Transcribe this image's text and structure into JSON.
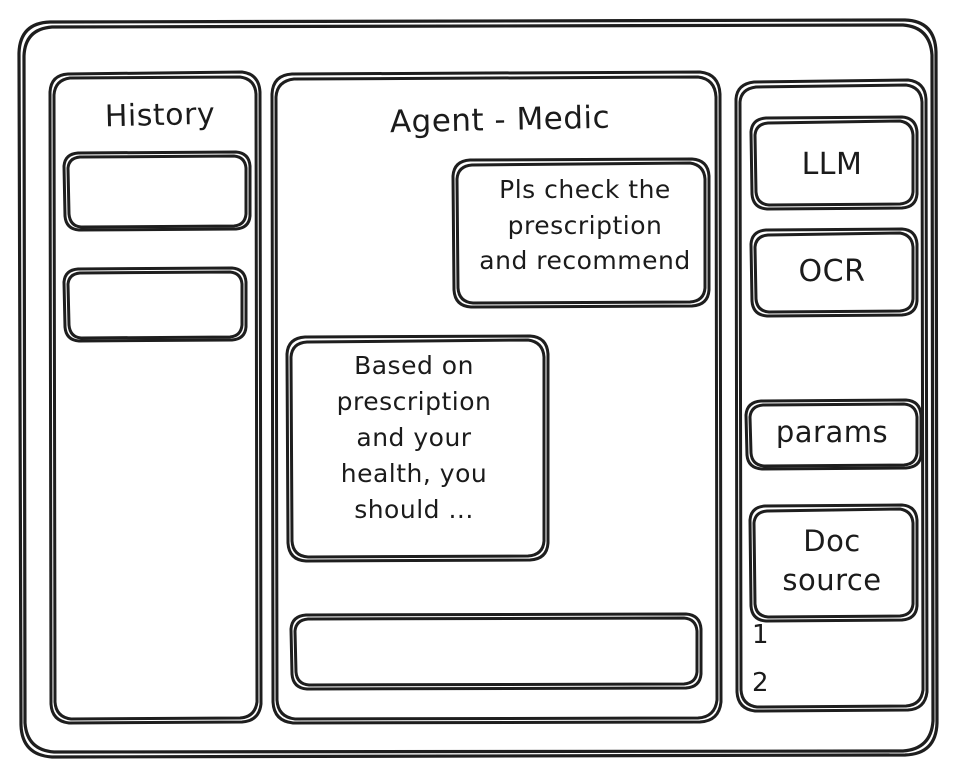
{
  "app": {
    "style": "hand-drawn-wireframe",
    "stroke_color": "#1e1e1e",
    "background_color": "#ffffff",
    "text_color": "#1b1b1b"
  },
  "sidebar_left": {
    "title": "History",
    "items": [
      {
        "label": ""
      },
      {
        "label": ""
      }
    ]
  },
  "main": {
    "title": "Agent - Medic",
    "messages": [
      {
        "role": "user",
        "text": "Pls check the\nprescription\nand recommend"
      },
      {
        "role": "assistant",
        "text": "Based on\nprescription\nand your\nhealth, you\nshould ..."
      }
    ],
    "composer": {
      "value": "",
      "placeholder": ""
    }
  },
  "sidebar_right": {
    "blocks": [
      {
        "label": "LLM"
      },
      {
        "label": "OCR"
      },
      {
        "label": "params"
      },
      {
        "label": "Doc\nsource"
      }
    ],
    "sources": [
      {
        "label": "1"
      },
      {
        "label": "2"
      }
    ]
  }
}
